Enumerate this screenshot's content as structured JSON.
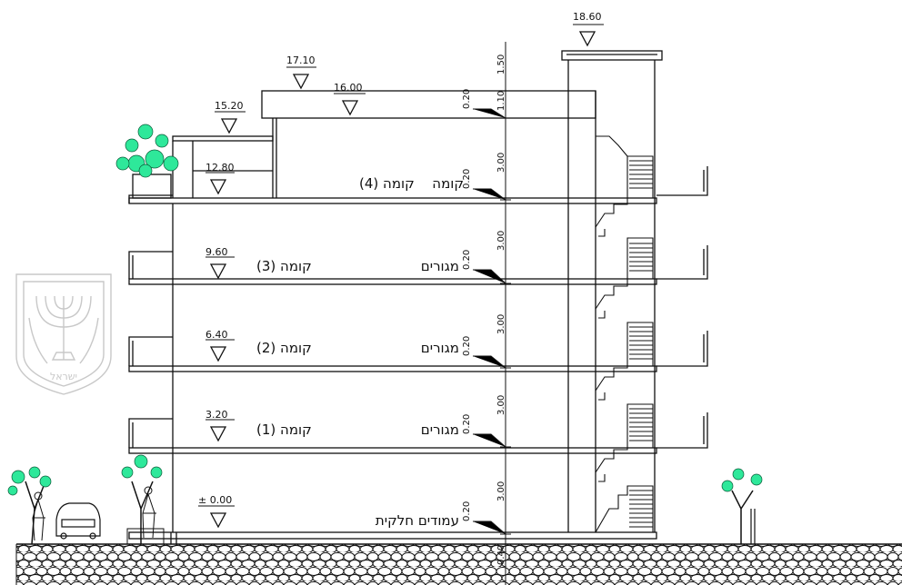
{
  "levels": {
    "roof_top": "18.60",
    "roof_main": "17.10",
    "roof_slab": "16.00",
    "terrace": "15.20",
    "floor4": "12.80",
    "floor3": "9.60",
    "floor2": "6.40",
    "floor1": "3.20",
    "ground": "± 0.00"
  },
  "dimensions": {
    "d_150": "1.50",
    "d_110": "1.10",
    "d_020_a": "0.20",
    "d_300_a": "3.00",
    "d_020_b": "0.20",
    "d_300_b": "3.00",
    "d_020_c": "0.20",
    "d_300_c": "3.00",
    "d_020_d": "0.20",
    "d_300_d": "3.00",
    "d_020_e": "0.20",
    "d_300_e": "3.00",
    "d_020_f": "0.20",
    "d_040": "0.40"
  },
  "labels": {
    "floor4_name": "קומה (4)",
    "floor4_use": "קומה",
    "floor3_name": "קומה (3)",
    "floor3_use": "מגורים",
    "floor2_name": "קומה (2)",
    "floor2_use": "מגורים",
    "floor1_name": "קומה (1)",
    "floor1_use": "מגורים",
    "ground_use": "עמודים חלקית"
  },
  "emblem": {
    "text": "ישראל"
  },
  "colors": {
    "line": "#111111",
    "tree": "#2ee89a",
    "emblem": "#c8c8c8"
  }
}
